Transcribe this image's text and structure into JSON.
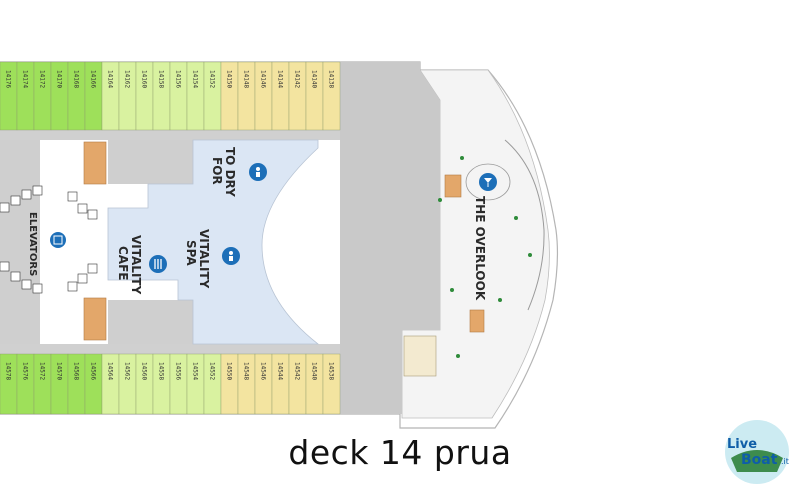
{
  "caption": "deck 14 prua",
  "logo": {
    "text_live": "Live",
    "text_boat": "Boat",
    "text_it": ".it"
  },
  "areas": {
    "elevators": "ELEVATORS",
    "vitality_cafe": [
      "VITALITY",
      "CAFE"
    ],
    "vitality_spa": [
      "VITALITY",
      "SPA"
    ],
    "to_dry_for": [
      "TO DRY",
      "FOR"
    ],
    "overlook": "THE OVERLOOK"
  },
  "cabins": {
    "top": [
      "14176",
      "14174",
      "14172",
      "14170",
      "14168",
      "14166",
      "14164",
      "14162",
      "14160",
      "14158",
      "14156",
      "14154",
      "14152",
      "14150",
      "14148",
      "14146",
      "14144",
      "14142",
      "14140",
      "14138"
    ],
    "bottom": [
      "14578",
      "14576",
      "14572",
      "14570",
      "14568",
      "14566",
      "14564",
      "14562",
      "14560",
      "14558",
      "14556",
      "14554",
      "14552",
      "14550",
      "14548",
      "14546",
      "14544",
      "14542",
      "14540",
      "14538"
    ]
  },
  "colors": {
    "cabin_green": "#9ee05a",
    "cabin_light_green": "#d9f2a0",
    "cabin_yellow": "#f3e4a0",
    "corridor": "#cfcfcf",
    "spa_blue": "#dbe6f4",
    "hull": "#ffffff",
    "deck_gray": "#c9c9c9",
    "icon_blue": "#1d6fb8"
  }
}
